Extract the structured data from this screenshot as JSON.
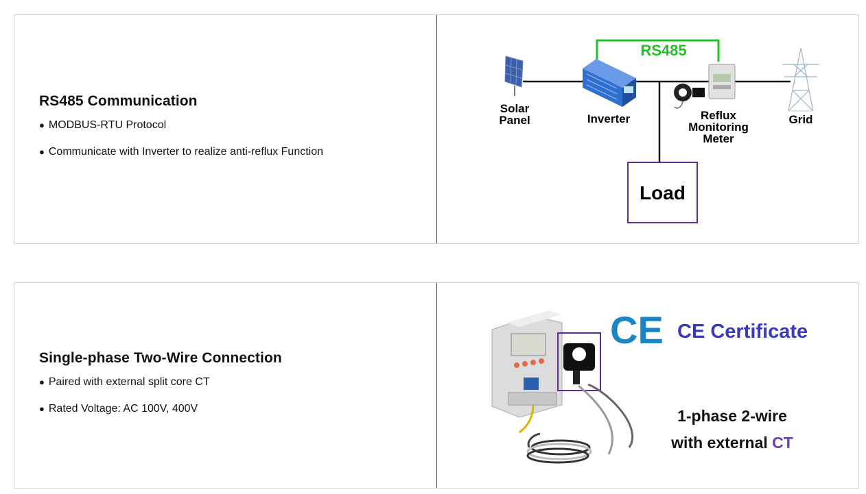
{
  "section1": {
    "heading": "RS485 Communication",
    "bullets": [
      "MODBUS-RTU Protocol",
      "Communicate with Inverter to realize anti-reflux Function"
    ],
    "diagram": {
      "bus_label": "RS485",
      "solar_panel": [
        "Solar",
        "Panel"
      ],
      "inverter": "Inverter",
      "meter": [
        "Reflux",
        "Monitoring",
        "Meter"
      ],
      "grid": "Grid",
      "load": "Load",
      "colors": {
        "bus": "#22c222",
        "load_box": "#5a2e91",
        "inverter": "#2f6fd0"
      }
    }
  },
  "section2": {
    "heading": "Single-phase Two-Wire Connection",
    "bullets": [
      "Paired with external split core CT",
      "Rated Voltage: AC 100V, 400V"
    ],
    "figure": {
      "ce_mark": "CE",
      "certificate": "CE Certificate",
      "caption_line1": "1-phase 2-wire",
      "caption_line2_prefix": "with external ",
      "caption_line2_accent": "CT",
      "colors": {
        "ce": "#1a86c8",
        "certificate": "#3a3ab8",
        "accent": "#6a3fb0",
        "ct_box": "#5a2e91"
      }
    }
  },
  "bullet_glyph": "●"
}
